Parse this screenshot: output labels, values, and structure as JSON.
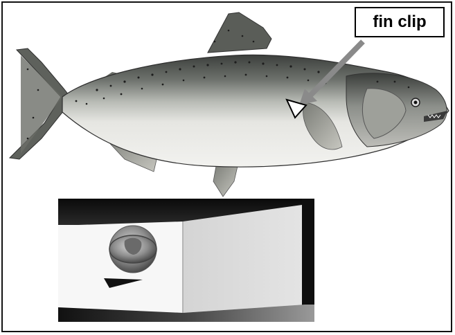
{
  "callout": {
    "label": "fin clip",
    "arrow_color": "#8a8a8a",
    "marker_fill": "#ffffff"
  },
  "illustration": {
    "subject": "salmon-illustration",
    "fin_clip_marker": "triangle-marker-icon"
  },
  "photo": {
    "subject": "fin-clip-sample-photo",
    "coin": "penny-icon",
    "clip": "fin-clip-tissue-icon"
  }
}
